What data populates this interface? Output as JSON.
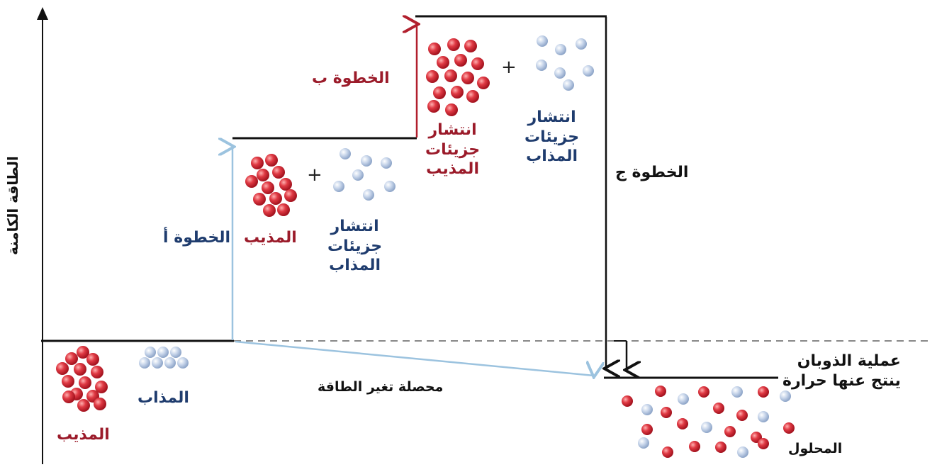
{
  "axis": {
    "y_label": "الطاقة الكامنة"
  },
  "steps": {
    "a": "الخطوة أ",
    "b": "الخطوة ب",
    "c": "الخطوة ج"
  },
  "labels": {
    "solvent": "المذيب",
    "solute": "المذاب",
    "solvent_bottom": "المذيب",
    "solute_bottom": "المذاب",
    "solute_spread_1": [
      "انتشار",
      "جزيئات",
      "المذاب"
    ],
    "solvent_spread": [
      "انتشار",
      "جزيئات",
      "المذيب"
    ],
    "solute_spread_2": [
      "انتشار",
      "جزيئات",
      "المذاب"
    ],
    "net_energy": "محصلة تغير الطاقة",
    "process_line1": "عملية الذوبان",
    "process_line2": "ينتج عنها حرارة",
    "solution": "المحلول",
    "plus": "+"
  },
  "colors": {
    "solvent_particle": "#d8343e",
    "solute_particle": "#b9c9e2",
    "step_a_arrow": "#9cc3df",
    "step_b_arrow": "#b11f2d",
    "level_line": "#111111"
  }
}
